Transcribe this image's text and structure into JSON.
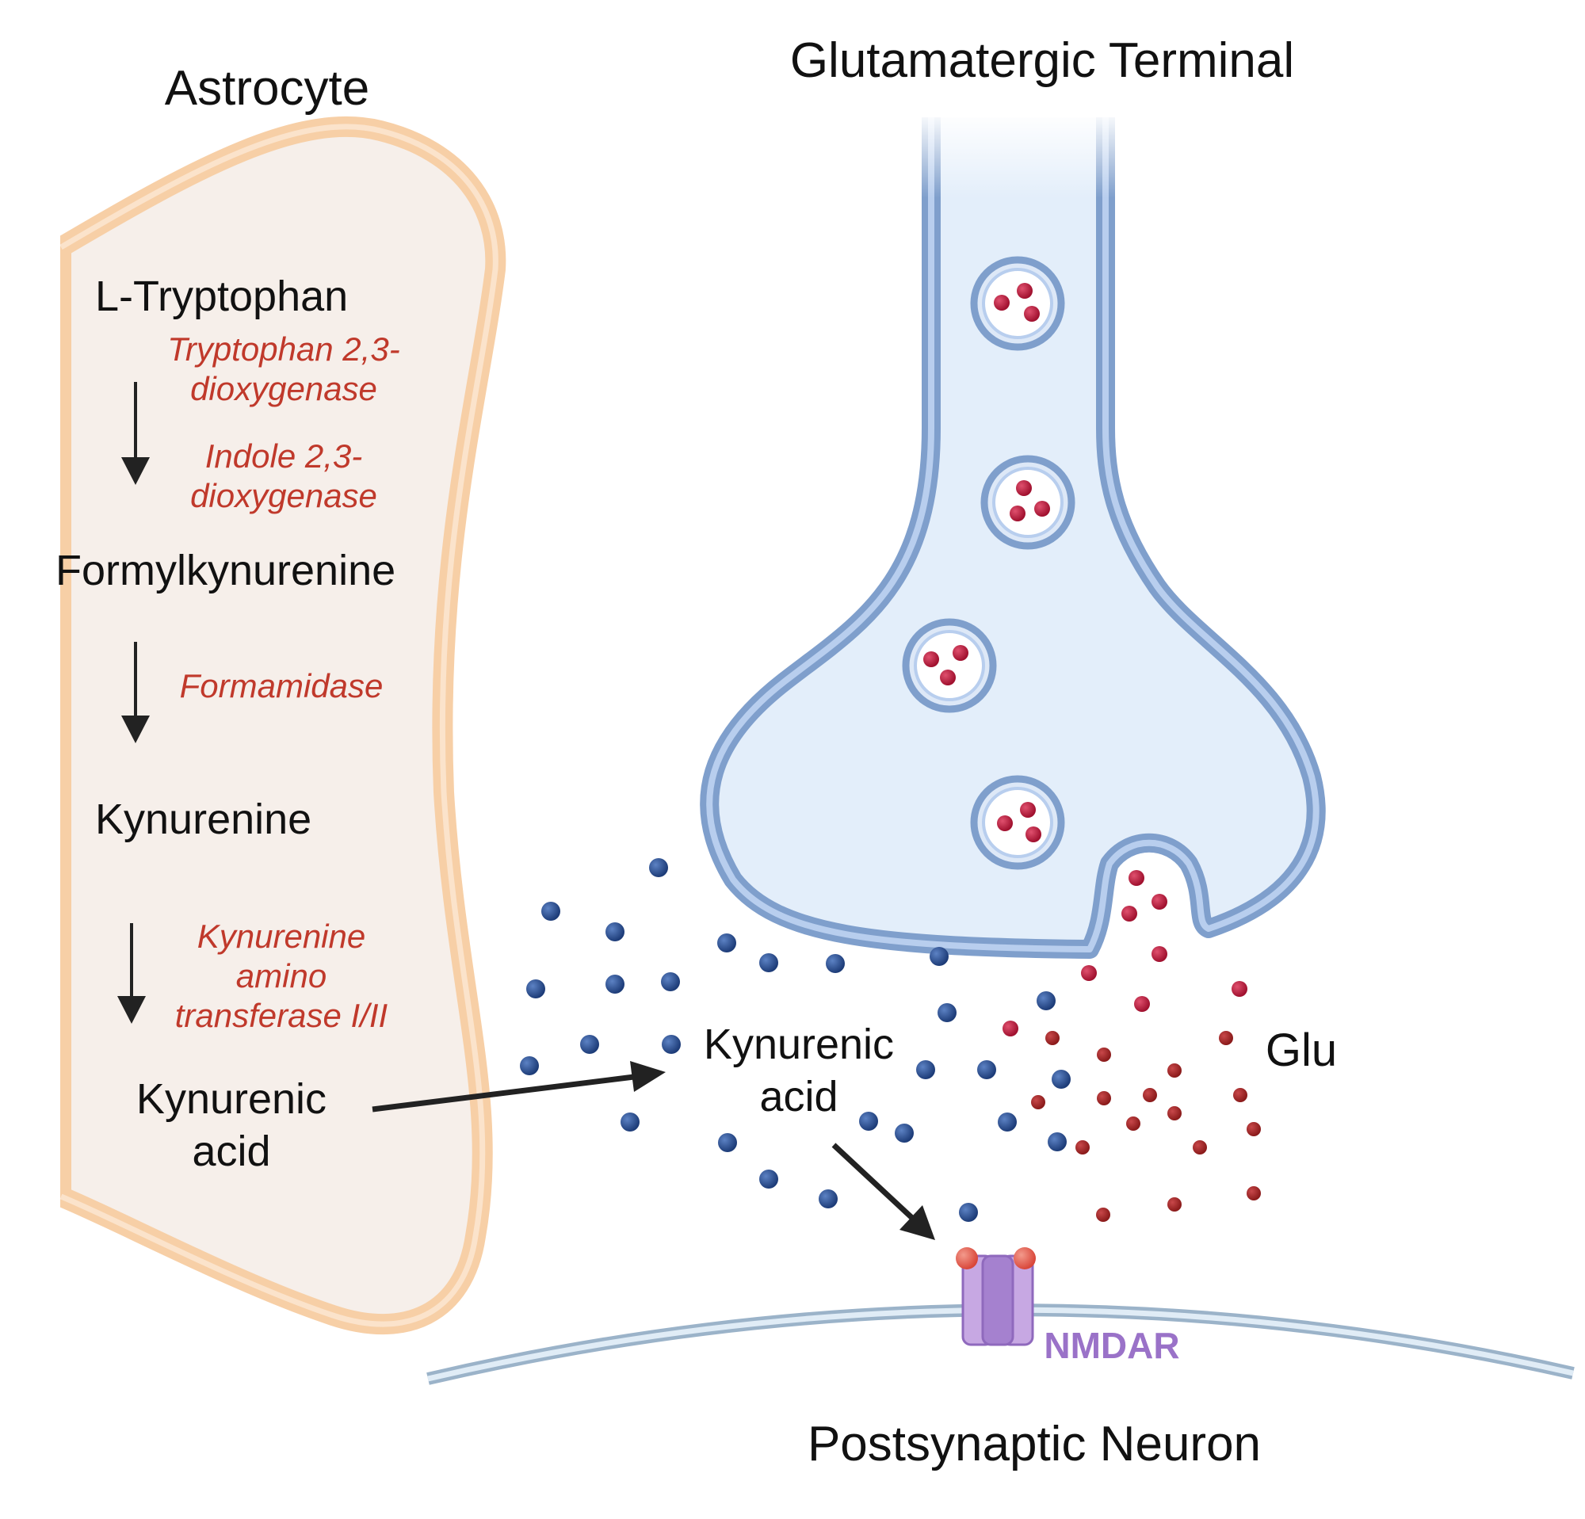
{
  "titles": {
    "astrocyte": "Astrocyte",
    "terminal": "Glutamatergic Terminal",
    "postsynaptic": "Postsynaptic Neuron"
  },
  "pathway": {
    "tryptophan": "L-Tryptophan",
    "enzyme1_line1": "Tryptophan 2,3-",
    "enzyme1_line2": "dioxygenase",
    "enzyme2_line1": "Indole 2,3-",
    "enzyme2_line2": "dioxygenase",
    "formylkynurenine": "Formylkynurenine",
    "enzyme3": "Formamidase",
    "kynurenine": "Kynurenine",
    "enzyme4_line1": "Kynurenine",
    "enzyme4_line2": "amino",
    "enzyme4_line3": "transferase I/II",
    "kyna_line1": "Kynurenic",
    "kyna_line2": "acid"
  },
  "synapse": {
    "kyna_line1": "Kynurenic",
    "kyna_line2": "acid",
    "glu": "Glu",
    "receptor": "NMDAR"
  },
  "colors": {
    "astrocyte_fill": "#f6efea",
    "astrocyte_membrane": "#f7cfa6",
    "terminal_fill": "#e3eefa",
    "terminal_membrane": "#7f9fcc",
    "kyna_dot": "#244a8a",
    "glu_dot_bright": "#c21e45",
    "glu_dot_dark": "#a52a2a",
    "enzyme_text": "#c0392b",
    "nmdar": "#9a72c8"
  }
}
